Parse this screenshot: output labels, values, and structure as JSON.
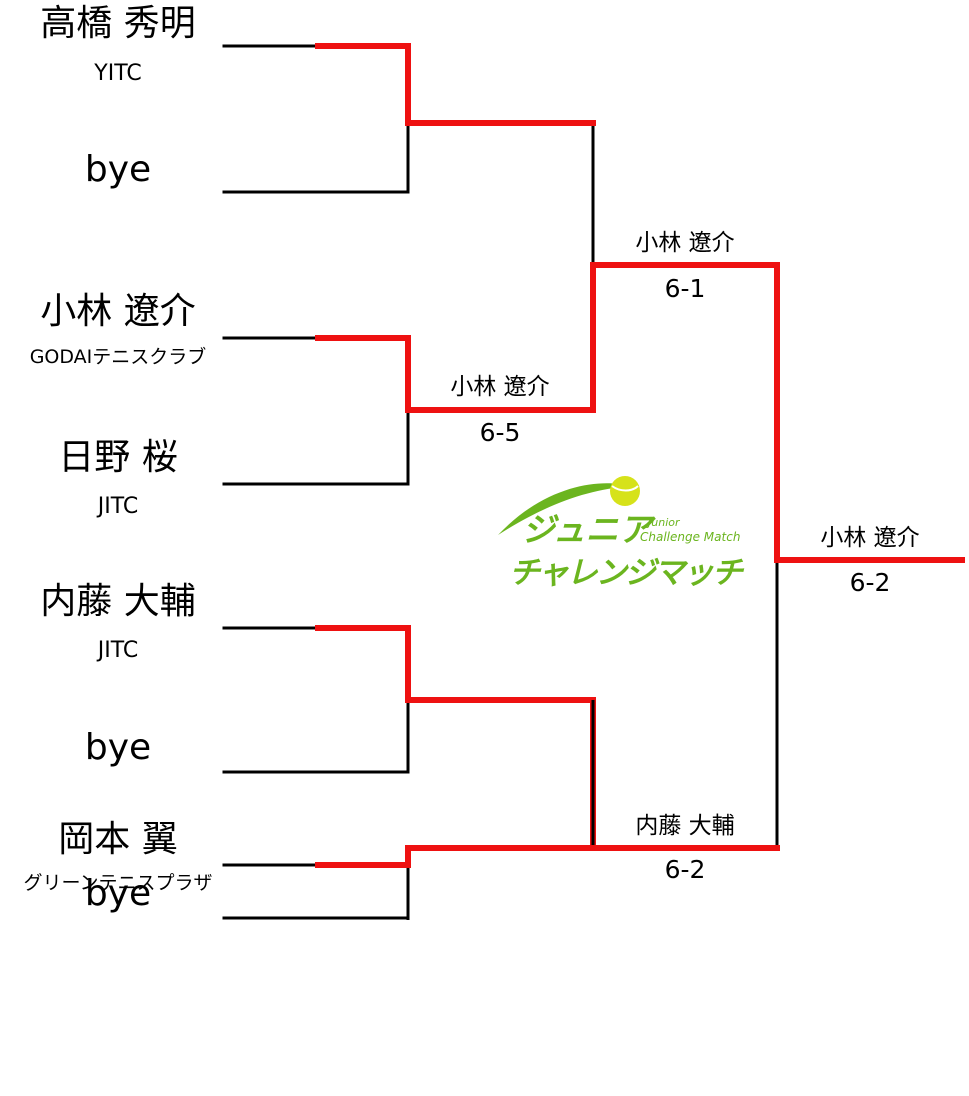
{
  "players": [
    {
      "name": "高橋 秀明",
      "club": "YITC"
    },
    {
      "name": "bye",
      "club": ""
    },
    {
      "name": "小林 遼介",
      "club": "GODAIテニスクラブ"
    },
    {
      "name": "日野 桜",
      "club": "JITC"
    },
    {
      "name": "内藤 大輔",
      "club": "JITC"
    },
    {
      "name": "bye",
      "club": ""
    },
    {
      "name": "bye",
      "club": ""
    },
    {
      "name": "岡本 翼",
      "club": "グリーンテニスプラザ"
    }
  ],
  "matches": {
    "r1m2": {
      "winner": "小林 遼介",
      "score": "6-5"
    },
    "r2m1": {
      "winner": "小林 遼介",
      "score": "6-1"
    },
    "r2m2": {
      "winner": "内藤 大輔",
      "score": "6-2"
    },
    "final": {
      "winner": "小林 遼介",
      "score": "6-2"
    }
  },
  "logo": {
    "line1": "ジュニア",
    "line2": "チャレンジマッチ",
    "sub1": "Junior",
    "sub2": "Challenge Match"
  },
  "colors": {
    "winner_line": "#ee1111",
    "line": "#000000",
    "logo_green": "#6bb51f",
    "logo_ball": "#d6e21a"
  }
}
